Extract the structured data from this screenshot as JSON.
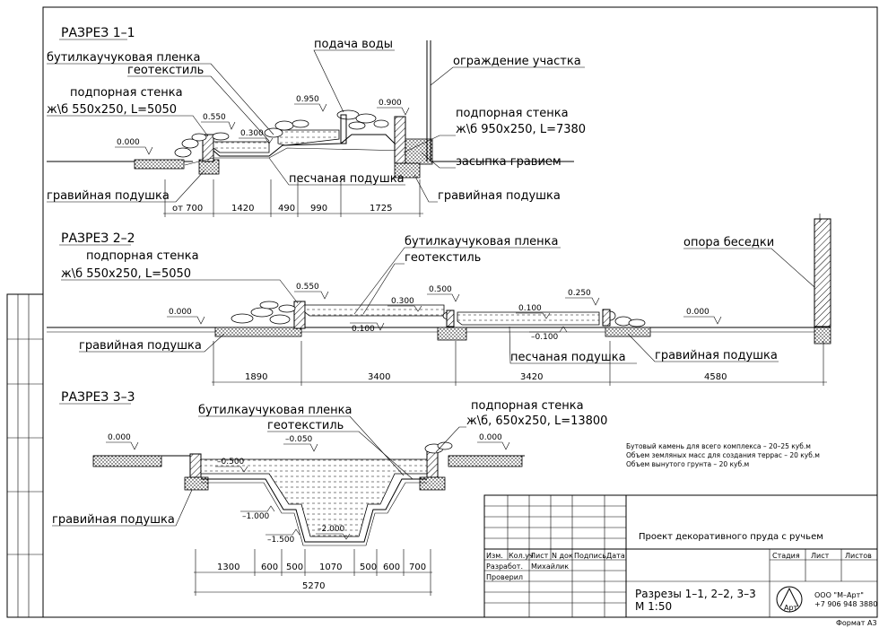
{
  "sections": {
    "s1": {
      "title": "РАЗРЕЗ 1–1",
      "labels": {
        "film": "бутилкаучуковая пленка",
        "geotextile": "геотекстиль",
        "water_supply": "подача воды",
        "fence": "ограждение участка",
        "wall_left": "подпорная стенка",
        "wall_left_spec": "ж\\б 550х250, L=5050",
        "wall_right": "подпорная стенка",
        "wall_right_spec": "ж\\б 950х250, L=7380",
        "gravel_fill": "засыпка гравием",
        "sand": "песчаная подушка",
        "gravel_left": "гравийная подушка",
        "gravel_right": "гравийная подушка"
      },
      "elevations": [
        "0.000",
        "0.550",
        "0.300",
        "0.950",
        "0.900"
      ],
      "dims": [
        "от 700",
        "1420",
        "490",
        "990",
        "1725"
      ]
    },
    "s2": {
      "title": "РАЗРЕЗ 2–2",
      "labels": {
        "wall": "подпорная стенка",
        "wall_spec": "ж\\б 550х250, L=5050",
        "film": "бутилкаучуковая пленка",
        "geotextile": "геотекстиль",
        "pergola": "опора беседки",
        "gravel_left": "гравийная подушка",
        "sand": "песчаная подушка",
        "gravel_right": "гравийная подушка"
      },
      "elevations": [
        "0.000",
        "0.550",
        "0.300",
        "0.500",
        "0.100",
        "0.250",
        "0.100",
        "–0.100",
        "0.000"
      ],
      "dims": [
        "1890",
        "3400",
        "3420",
        "4580"
      ]
    },
    "s3": {
      "title": "РАЗРЕЗ 3–3",
      "labels": {
        "film": "бутилкаучуковая пленка",
        "geotextile": "геотекстиль",
        "wall": "подпорная стенка",
        "wall_spec": "ж\\б, 650х250, L=13800",
        "gravel": "гравийная подушка"
      },
      "elevations": [
        "0.000",
        "–0.050",
        "0.000",
        "–0.500",
        "–1.000",
        "–1.500",
        "–2.000"
      ],
      "dims": [
        "1300",
        "600",
        "500",
        "1070",
        "500",
        "600",
        "700"
      ],
      "total": "5270"
    }
  },
  "notes": [
    "Бутовый камень для всего комплекса –  20–25 куб.м",
    "Объем земляных масс для создания террас  – 20 куб.м",
    "Объем вынутого грунта – 20 куб.м"
  ],
  "title_block": {
    "project": "Проект декоративного пруда с ручьем",
    "headers": [
      "Изм.",
      "Кол.уч",
      "Лист",
      "N док",
      "Подпись",
      "Дата"
    ],
    "row_developed": "Разработ.",
    "developer": "Михайлик",
    "row_checked": "Проверил",
    "stage": "Стадия",
    "sheet": "Лист",
    "sheets": "Листов",
    "drawing_title": "Разрезы 1–1, 2–2, 3–3",
    "scale": "М 1:50",
    "company": "ООО \"М–Арт\"",
    "phone": "+7 906 948 3880",
    "logo_text": "Арт"
  },
  "format": "Формат А3"
}
